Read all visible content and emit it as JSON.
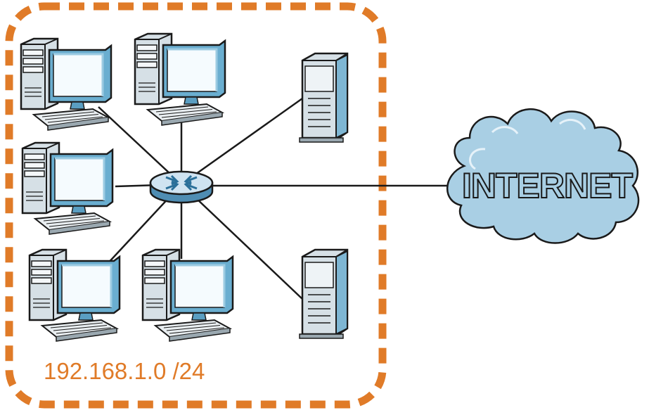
{
  "diagram": {
    "subnet_label": "192.168.1.0 /24",
    "internet_label": "INTERNET",
    "colors": {
      "lan_boundary": "#e07b28",
      "subnet_text": "#e07b28",
      "cloud_fill": "#a9cfe4",
      "cloud_stroke": "#1a1a1a",
      "device_screen": "#8fc7e0",
      "device_body": "#dfe7ec",
      "router_top": "#cfe3f1",
      "link": "#1a1a1a"
    },
    "nodes": [
      {
        "id": "pc-1",
        "icon": "desktop-computer-icon"
      },
      {
        "id": "pc-2",
        "icon": "desktop-computer-icon"
      },
      {
        "id": "pc-3",
        "icon": "desktop-computer-icon"
      },
      {
        "id": "pc-4",
        "icon": "desktop-computer-icon"
      },
      {
        "id": "pc-5",
        "icon": "desktop-computer-icon"
      },
      {
        "id": "server-1",
        "icon": "server-tower-icon"
      },
      {
        "id": "server-2",
        "icon": "server-tower-icon"
      },
      {
        "id": "router",
        "icon": "router-icon"
      },
      {
        "id": "internet",
        "icon": "cloud-icon"
      }
    ],
    "edges": [
      {
        "from": "router",
        "to": "pc-1"
      },
      {
        "from": "router",
        "to": "pc-2"
      },
      {
        "from": "router",
        "to": "pc-3"
      },
      {
        "from": "router",
        "to": "pc-4"
      },
      {
        "from": "router",
        "to": "pc-5"
      },
      {
        "from": "router",
        "to": "server-1"
      },
      {
        "from": "router",
        "to": "server-2"
      },
      {
        "from": "router",
        "to": "internet"
      }
    ]
  }
}
